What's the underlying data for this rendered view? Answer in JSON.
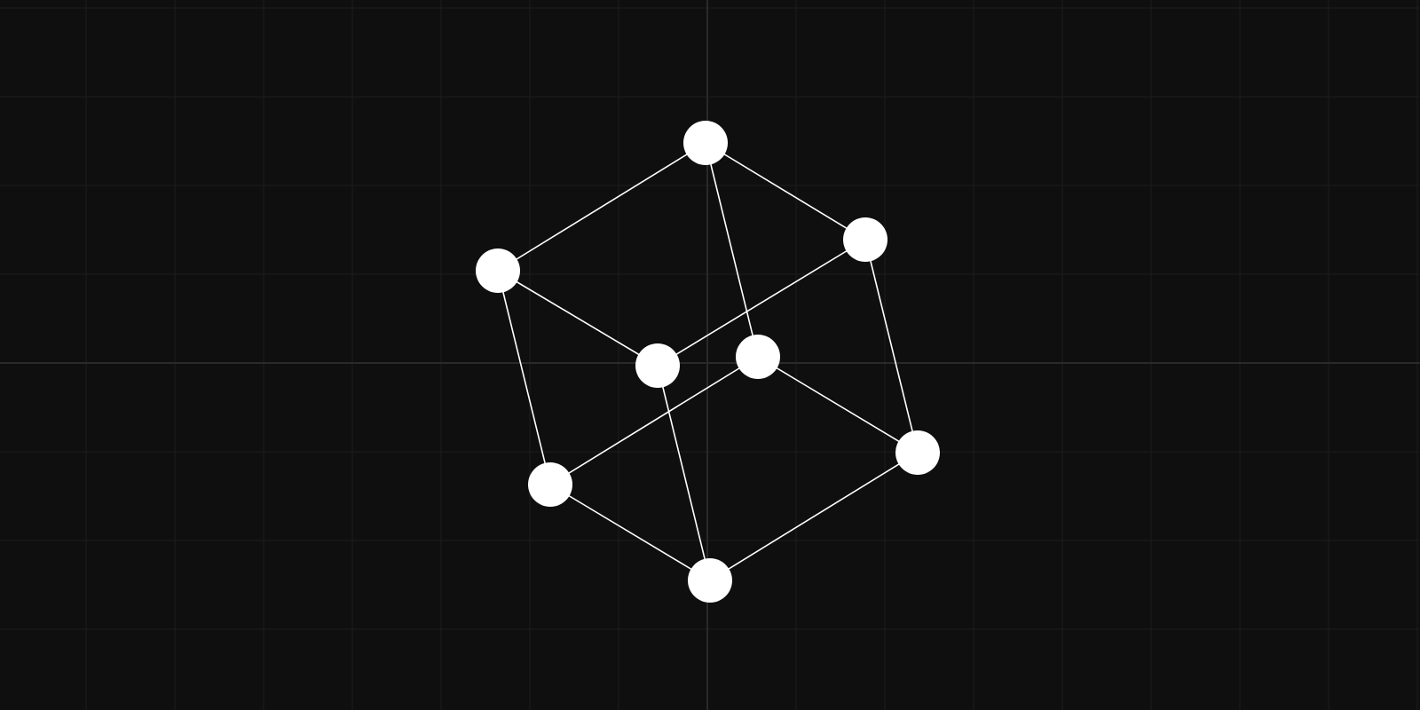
{
  "canvas": {
    "background": "#0f0f0f",
    "grid": {
      "visible": true,
      "color": "#1c1c1c",
      "axis_color": "#2a2a2a"
    }
  },
  "graph": {
    "node_color": "#ffffff",
    "edge_color": "#ffffff",
    "nodes": [
      {
        "id": "n0",
        "name": "node-top"
      },
      {
        "id": "n1",
        "name": "node-upper-right"
      },
      {
        "id": "n2",
        "name": "node-upper-left"
      },
      {
        "id": "n3",
        "name": "node-center-left"
      },
      {
        "id": "n4",
        "name": "node-center-right"
      },
      {
        "id": "n5",
        "name": "node-lower-right"
      },
      {
        "id": "n6",
        "name": "node-lower-left"
      },
      {
        "id": "n7",
        "name": "node-bottom"
      }
    ],
    "edges": [
      [
        "n0",
        "n2"
      ],
      [
        "n0",
        "n1"
      ],
      [
        "n0",
        "n4"
      ],
      [
        "n2",
        "n3"
      ],
      [
        "n2",
        "n6"
      ],
      [
        "n1",
        "n3"
      ],
      [
        "n1",
        "n5"
      ],
      [
        "n4",
        "n6"
      ],
      [
        "n4",
        "n5"
      ],
      [
        "n3",
        "n7"
      ],
      [
        "n6",
        "n7"
      ],
      [
        "n5",
        "n7"
      ]
    ]
  }
}
